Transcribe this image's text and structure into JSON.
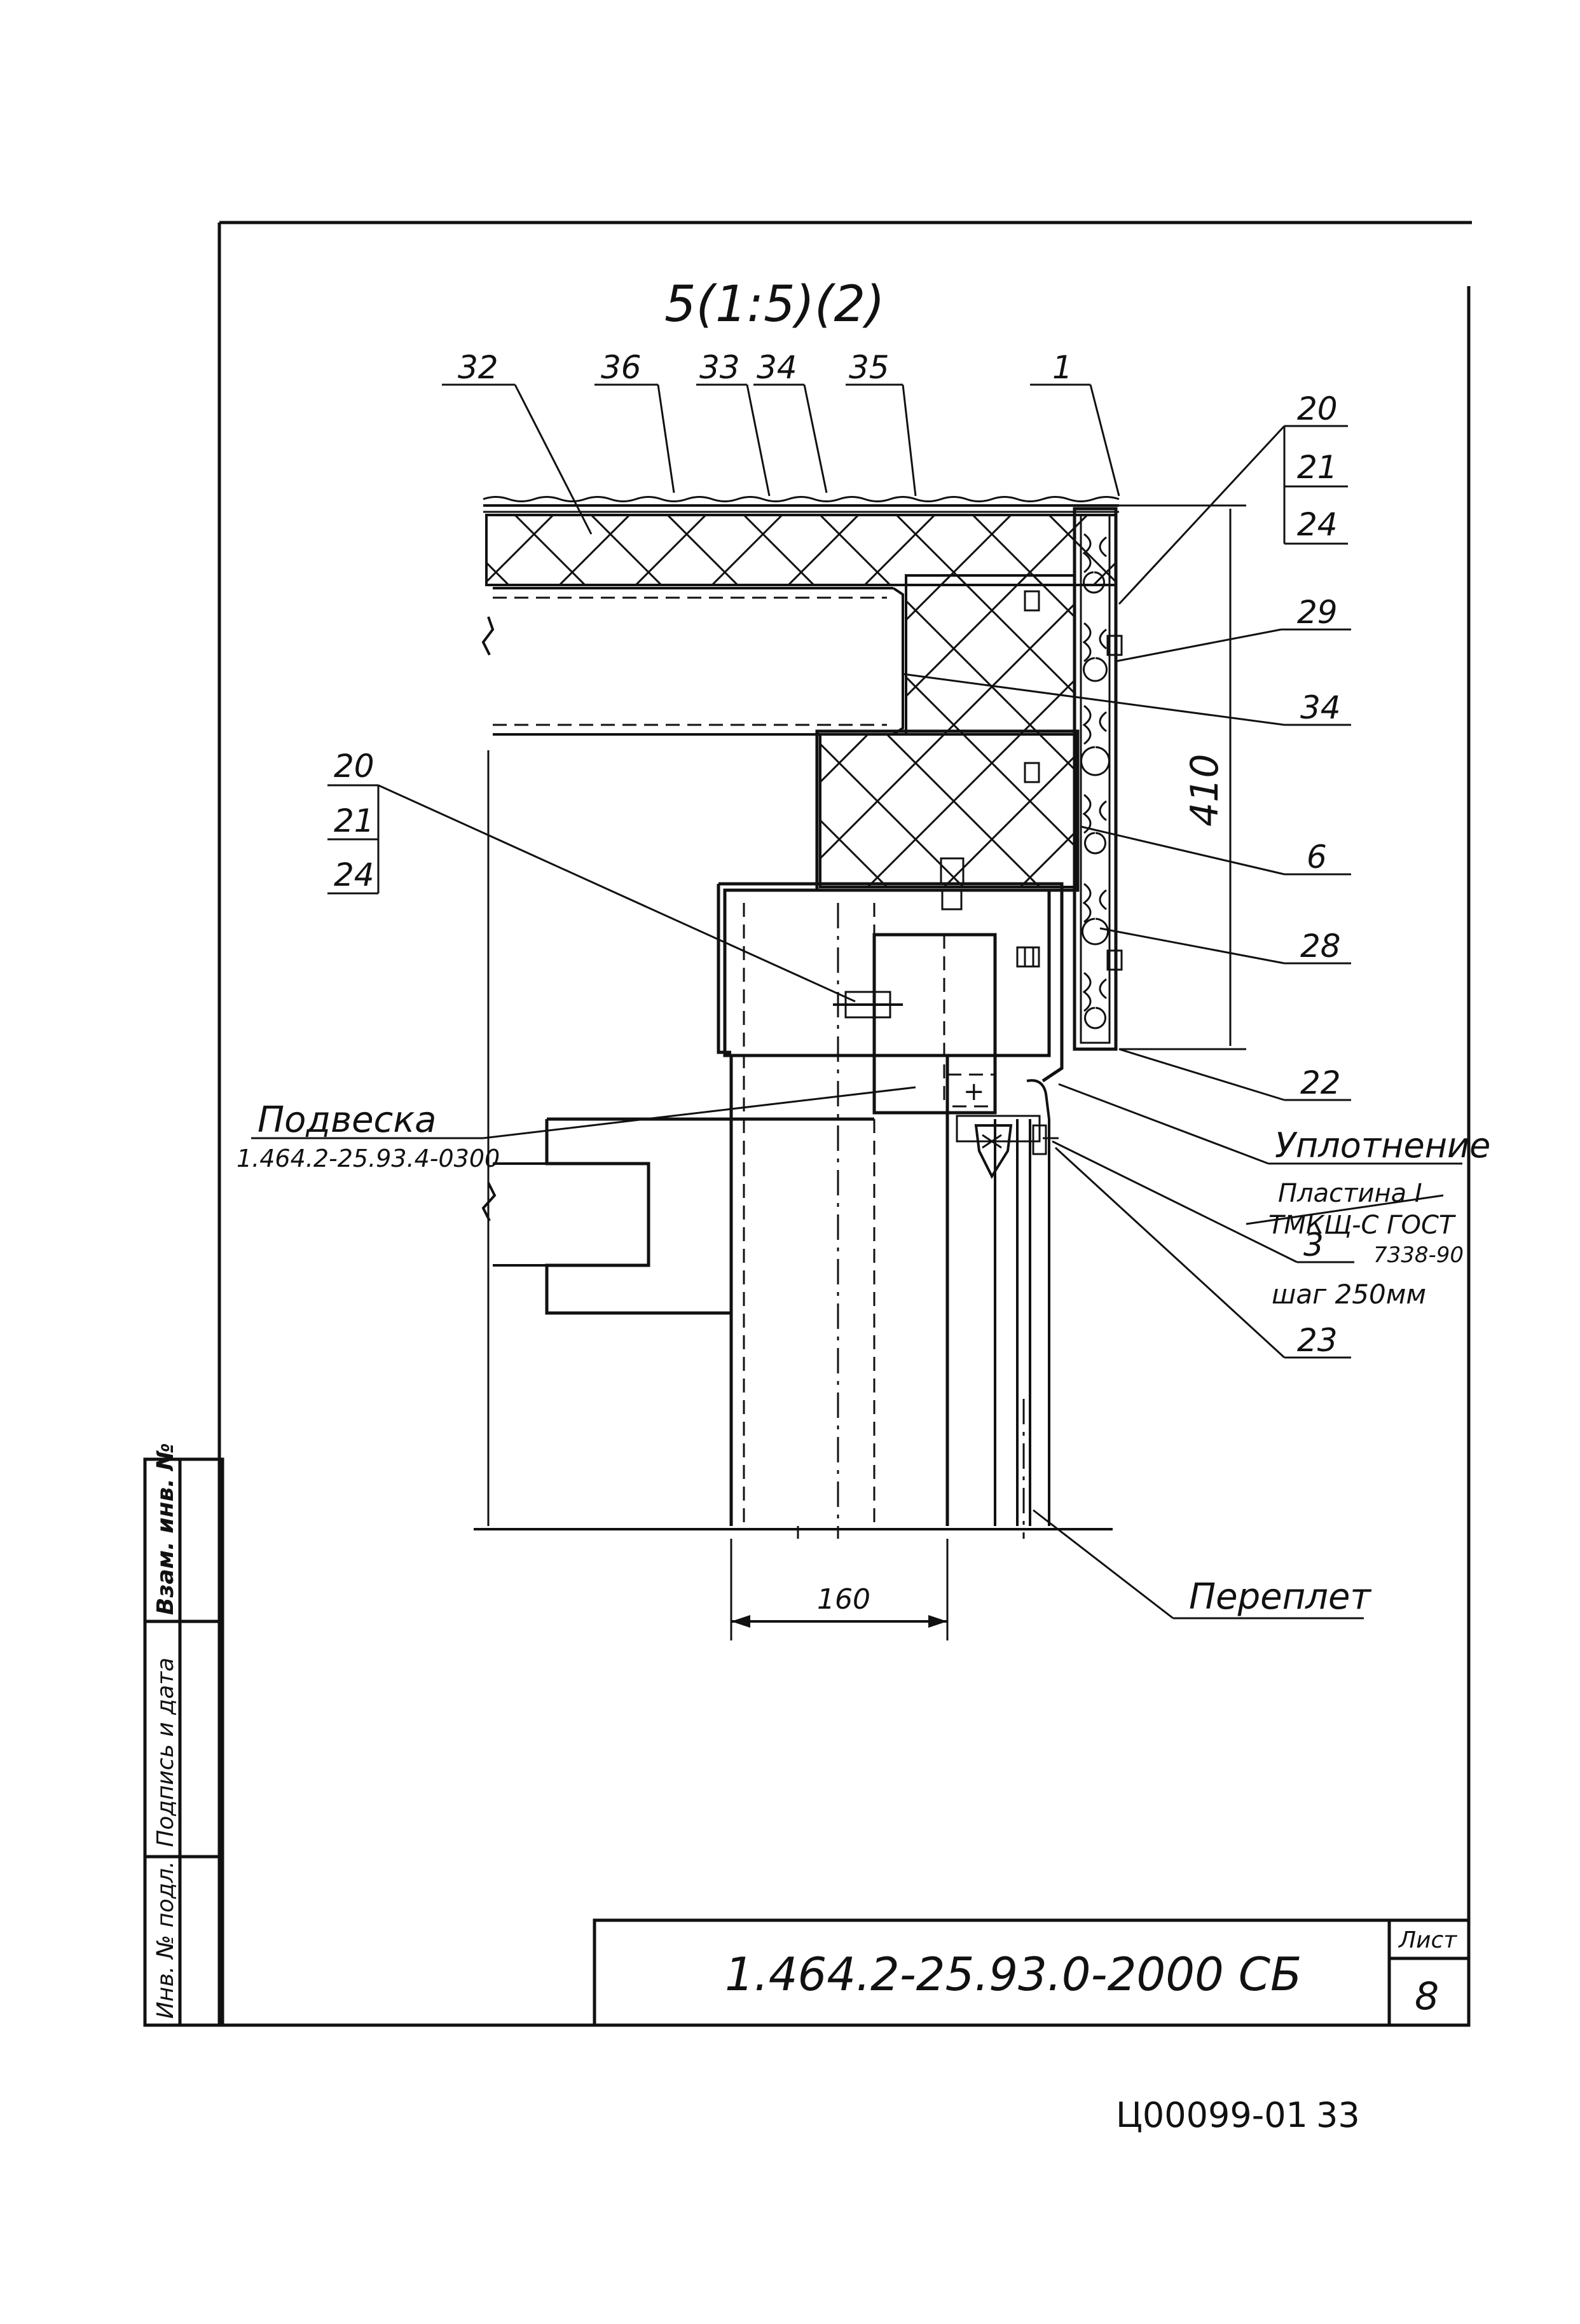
{
  "drawing": {
    "view_title": "5(1:5)(2)",
    "dimension_height": "410",
    "dimension_width": "160"
  },
  "callouts": {
    "c32": "32",
    "c36": "36",
    "c33": "33",
    "c34_top": "34",
    "c35": "35",
    "c1": "1",
    "stack_right": [
      "20",
      "21",
      "24"
    ],
    "c29": "29",
    "c34_right": "34",
    "c6": "6",
    "c28": "28",
    "c22": "22",
    "c3": "3",
    "c23": "23",
    "stack_left": [
      "20",
      "21",
      "24"
    ]
  },
  "notes": {
    "hanger_label": "Подвеска",
    "hanger_code": "1.464.2-25.93.4-0300",
    "seal_label": "Уплотнение",
    "seal_spec_line1": "Пластина I",
    "seal_spec_line2": "ТМКЩ-С ГОСТ",
    "seal_spec_line3": "7338-90",
    "pitch": "шаг 250мм",
    "sash_label": "Переплет"
  },
  "side_stamp": {
    "box1": "Взам. инв. №",
    "box2": "Подпись и дата",
    "box3": "Инв. № подл."
  },
  "title_block": {
    "doc_code": "1.464.2-25.93.0-2000 СБ",
    "sheet_label": "Лист",
    "sheet_number": "8"
  },
  "footer": {
    "archive_code": "Ц00099-01",
    "page_number": "33"
  }
}
